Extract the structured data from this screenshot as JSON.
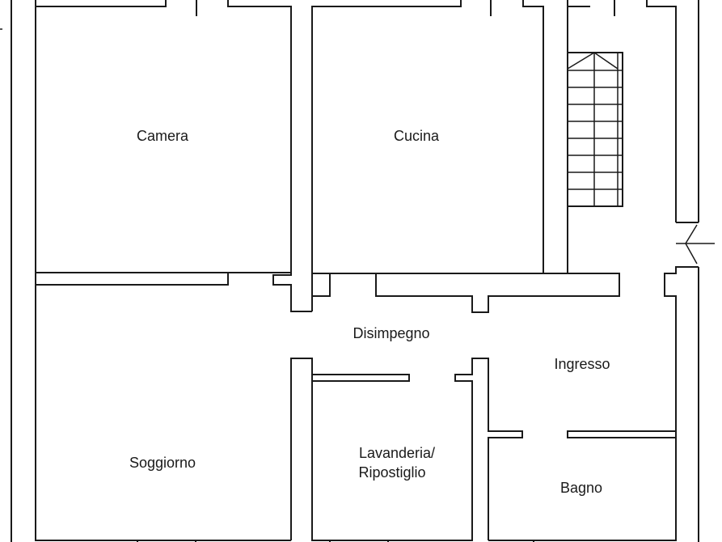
{
  "rooms": {
    "camera": "Camera",
    "cucina": "Cucina",
    "disimpegno": "Disimpegno",
    "ingresso": "Ingresso",
    "soggiorno": "Soggiorno",
    "lavanderia_line1": "Lavanderia/",
    "lavanderia_line2": "Ripostiglio",
    "bagno": "Bagno"
  },
  "colors": {
    "ink": "#1a1a1a",
    "background": "#ffffff"
  }
}
